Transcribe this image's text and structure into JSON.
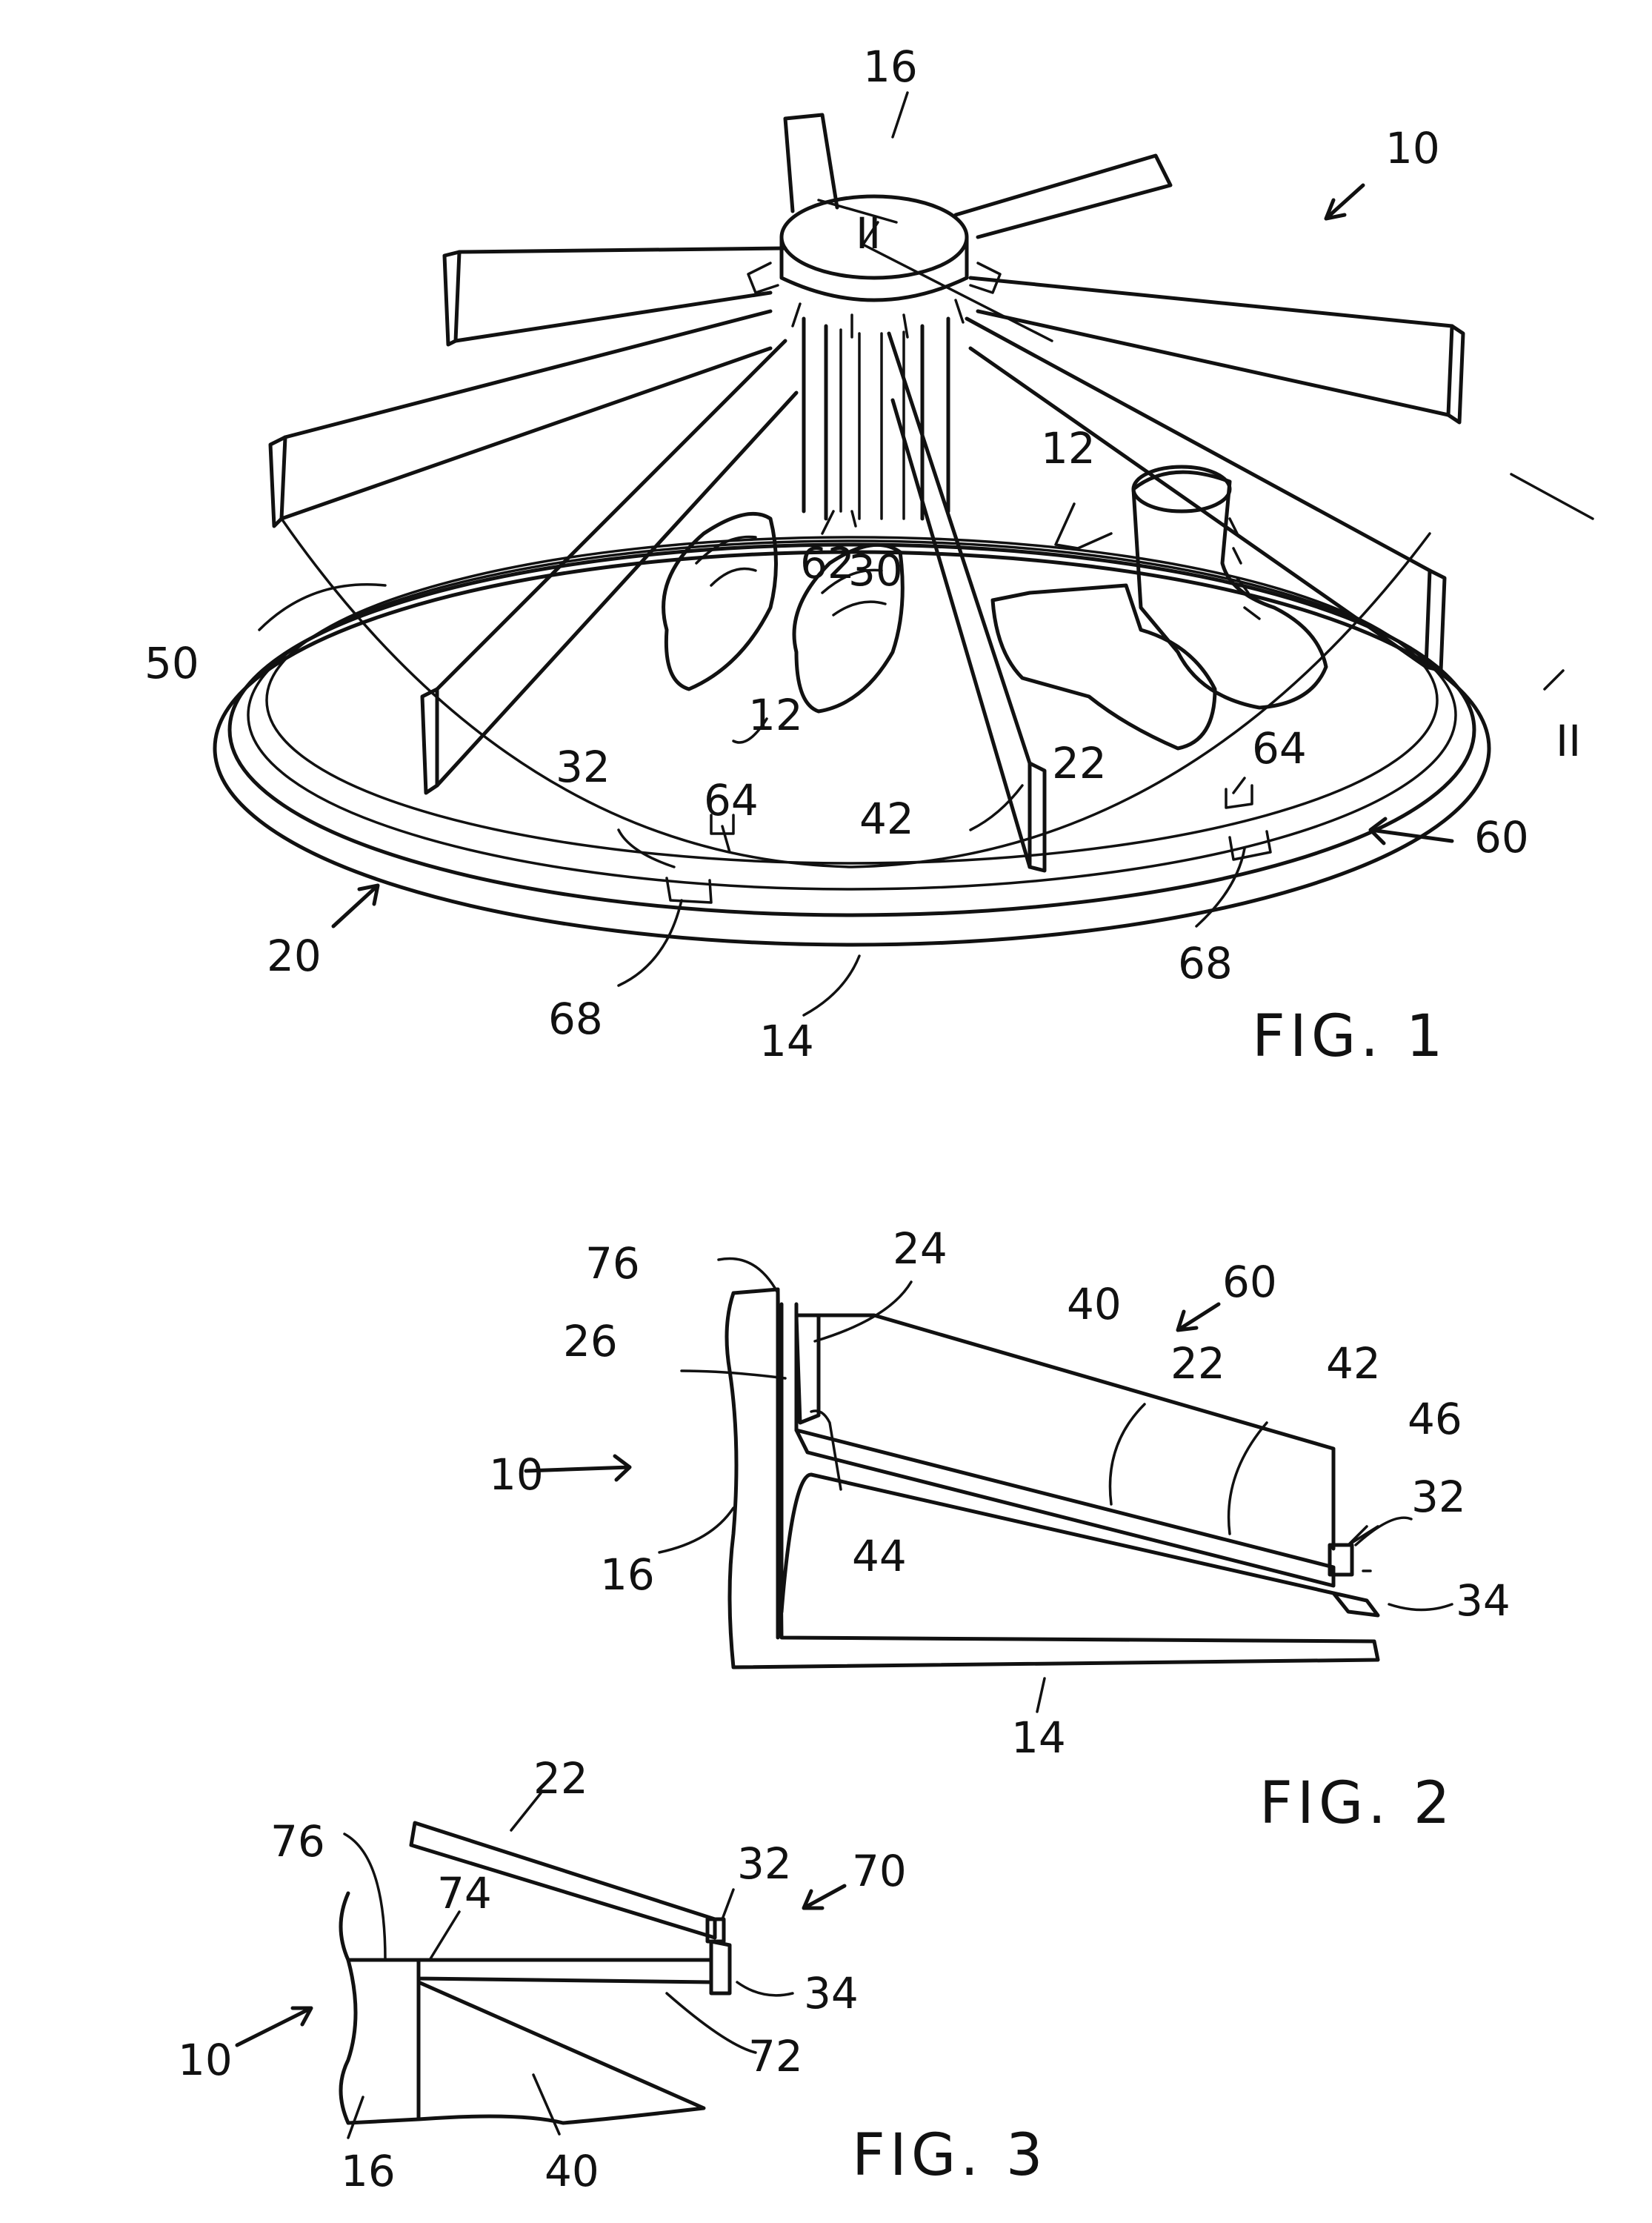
{
  "figures": {
    "fig1": {
      "caption": "FIG. 1",
      "labels": {
        "hub": "16",
        "device": "10",
        "section_top": "II",
        "section_bottom": "II",
        "footwear_right": "12",
        "footwear_left": "12",
        "post_62": "62",
        "post_30": "30",
        "panel": "50",
        "drip_right": "64",
        "drip_left": "64",
        "assembly": "60",
        "tray": "22",
        "divider": "42",
        "lip": "32",
        "rim_left": "68",
        "rim_right": "68",
        "base": "14",
        "turntable": "20"
      }
    },
    "fig2": {
      "caption": "FIG. 2",
      "labels": {
        "top_76": "76",
        "top_24": "24",
        "assembly": "60",
        "wall_40": "40",
        "device": "10",
        "ref_26": "26",
        "tray": "22",
        "divider": "42",
        "end_46": "46",
        "lip": "32",
        "ref_44": "44",
        "hub": "16",
        "drain": "34",
        "base": "14"
      }
    },
    "fig3": {
      "caption": "FIG. 3",
      "labels": {
        "tray": "22",
        "lip": "32",
        "assembly": "70",
        "top_76": "76",
        "ref_74": "74",
        "drain": "34",
        "ref_72": "72",
        "device": "10",
        "hub": "16",
        "wall_40": "40"
      }
    }
  }
}
